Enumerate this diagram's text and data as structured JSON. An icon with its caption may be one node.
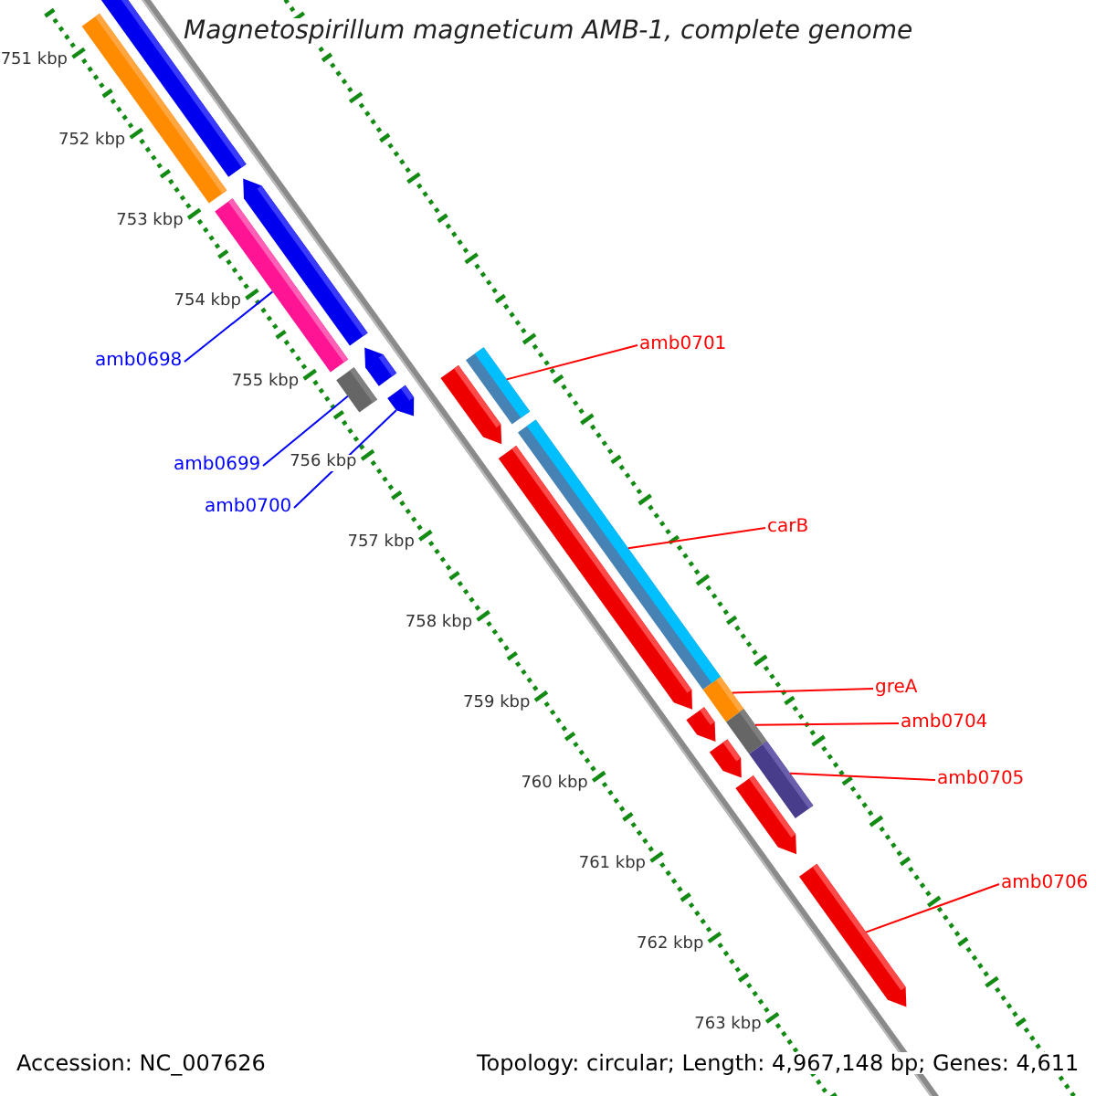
{
  "diagram": {
    "title": "Magnetospirillum magneticum AMB-1, complete genome",
    "nodes": [
      {
        "text": [],
        "shape": "arrow"
      },
      {
        "text": [],
        "shape": "bar"
      },
      {
        "text": [],
        "shape": "arrow"
      },
      {
        "text": [],
        "shape": "bar"
      },
      {
        "text": [],
        "shape": "arrow"
      },
      {
        "text": [],
        "shape": "bar"
      },
      {
        "text": [],
        "shape": "arrow"
      },
      {
        "text": [],
        "shape": "arrow"
      },
      {
        "text": [],
        "shape": "bar"
      },
      {
        "text": [],
        "shape": "arrow"
      },
      {
        "text": [],
        "shape": "bar"
      },
      {
        "text": [],
        "shape": "bar"
      },
      {
        "text": [],
        "shape": "arrow"
      },
      {
        "text": [],
        "shape": "bar"
      },
      {
        "text": [],
        "shape": "arrow"
      },
      {
        "text": [],
        "shape": "bar"
      },
      {
        "text": [],
        "shape": "arrow"
      },
      {
        "text": [],
        "shape": "arrow"
      },
      {
        "text": [
          "amb0698"
        ]
      },
      {
        "text": [
          "amb0699"
        ]
      },
      {
        "text": [
          "amb0700"
        ]
      },
      {
        "text": [
          "amb0701"
        ]
      },
      {
        "text": [
          "carB"
        ]
      },
      {
        "text": [
          "greA"
        ]
      },
      {
        "text": [
          "amb0704"
        ]
      },
      {
        "text": [
          "amb0705"
        ]
      },
      {
        "text": [
          "amb0706"
        ]
      }
    ],
    "edges": [
      {
        "from": 18,
        "to": 3,
        "arrow": "none",
        "color": "#0000ff"
      },
      {
        "from": 19,
        "to": 5,
        "arrow": "none",
        "color": "#0000ff"
      },
      {
        "from": 20,
        "to": 6,
        "arrow": "none",
        "color": "#0000ff"
      },
      {
        "from": 21,
        "to": 8,
        "arrow": "none"
      },
      {
        "from": 22,
        "to": 10,
        "arrow": "none"
      },
      {
        "from": 23,
        "to": 11,
        "arrow": "none"
      },
      {
        "from": 24,
        "to": 13,
        "arrow": "none"
      },
      {
        "from": 25,
        "to": 15,
        "arrow": "none"
      },
      {
        "from": 26,
        "to": 17,
        "arrow": "none"
      }
    ],
    "labels": [
      "751 kbp",
      "752 kbp",
      "753 kbp",
      "754 kbp",
      "755 kbp",
      "756 kbp",
      "757 kbp",
      "758 kbp",
      "759 kbp",
      "760 kbp",
      "761 kbp",
      "762 kbp",
      "763 kbp",
      "Accession: NC_007626",
      "Topology: circular; Length: 4,967,148 bp; Genes: 4,611"
    ]
  }
}
